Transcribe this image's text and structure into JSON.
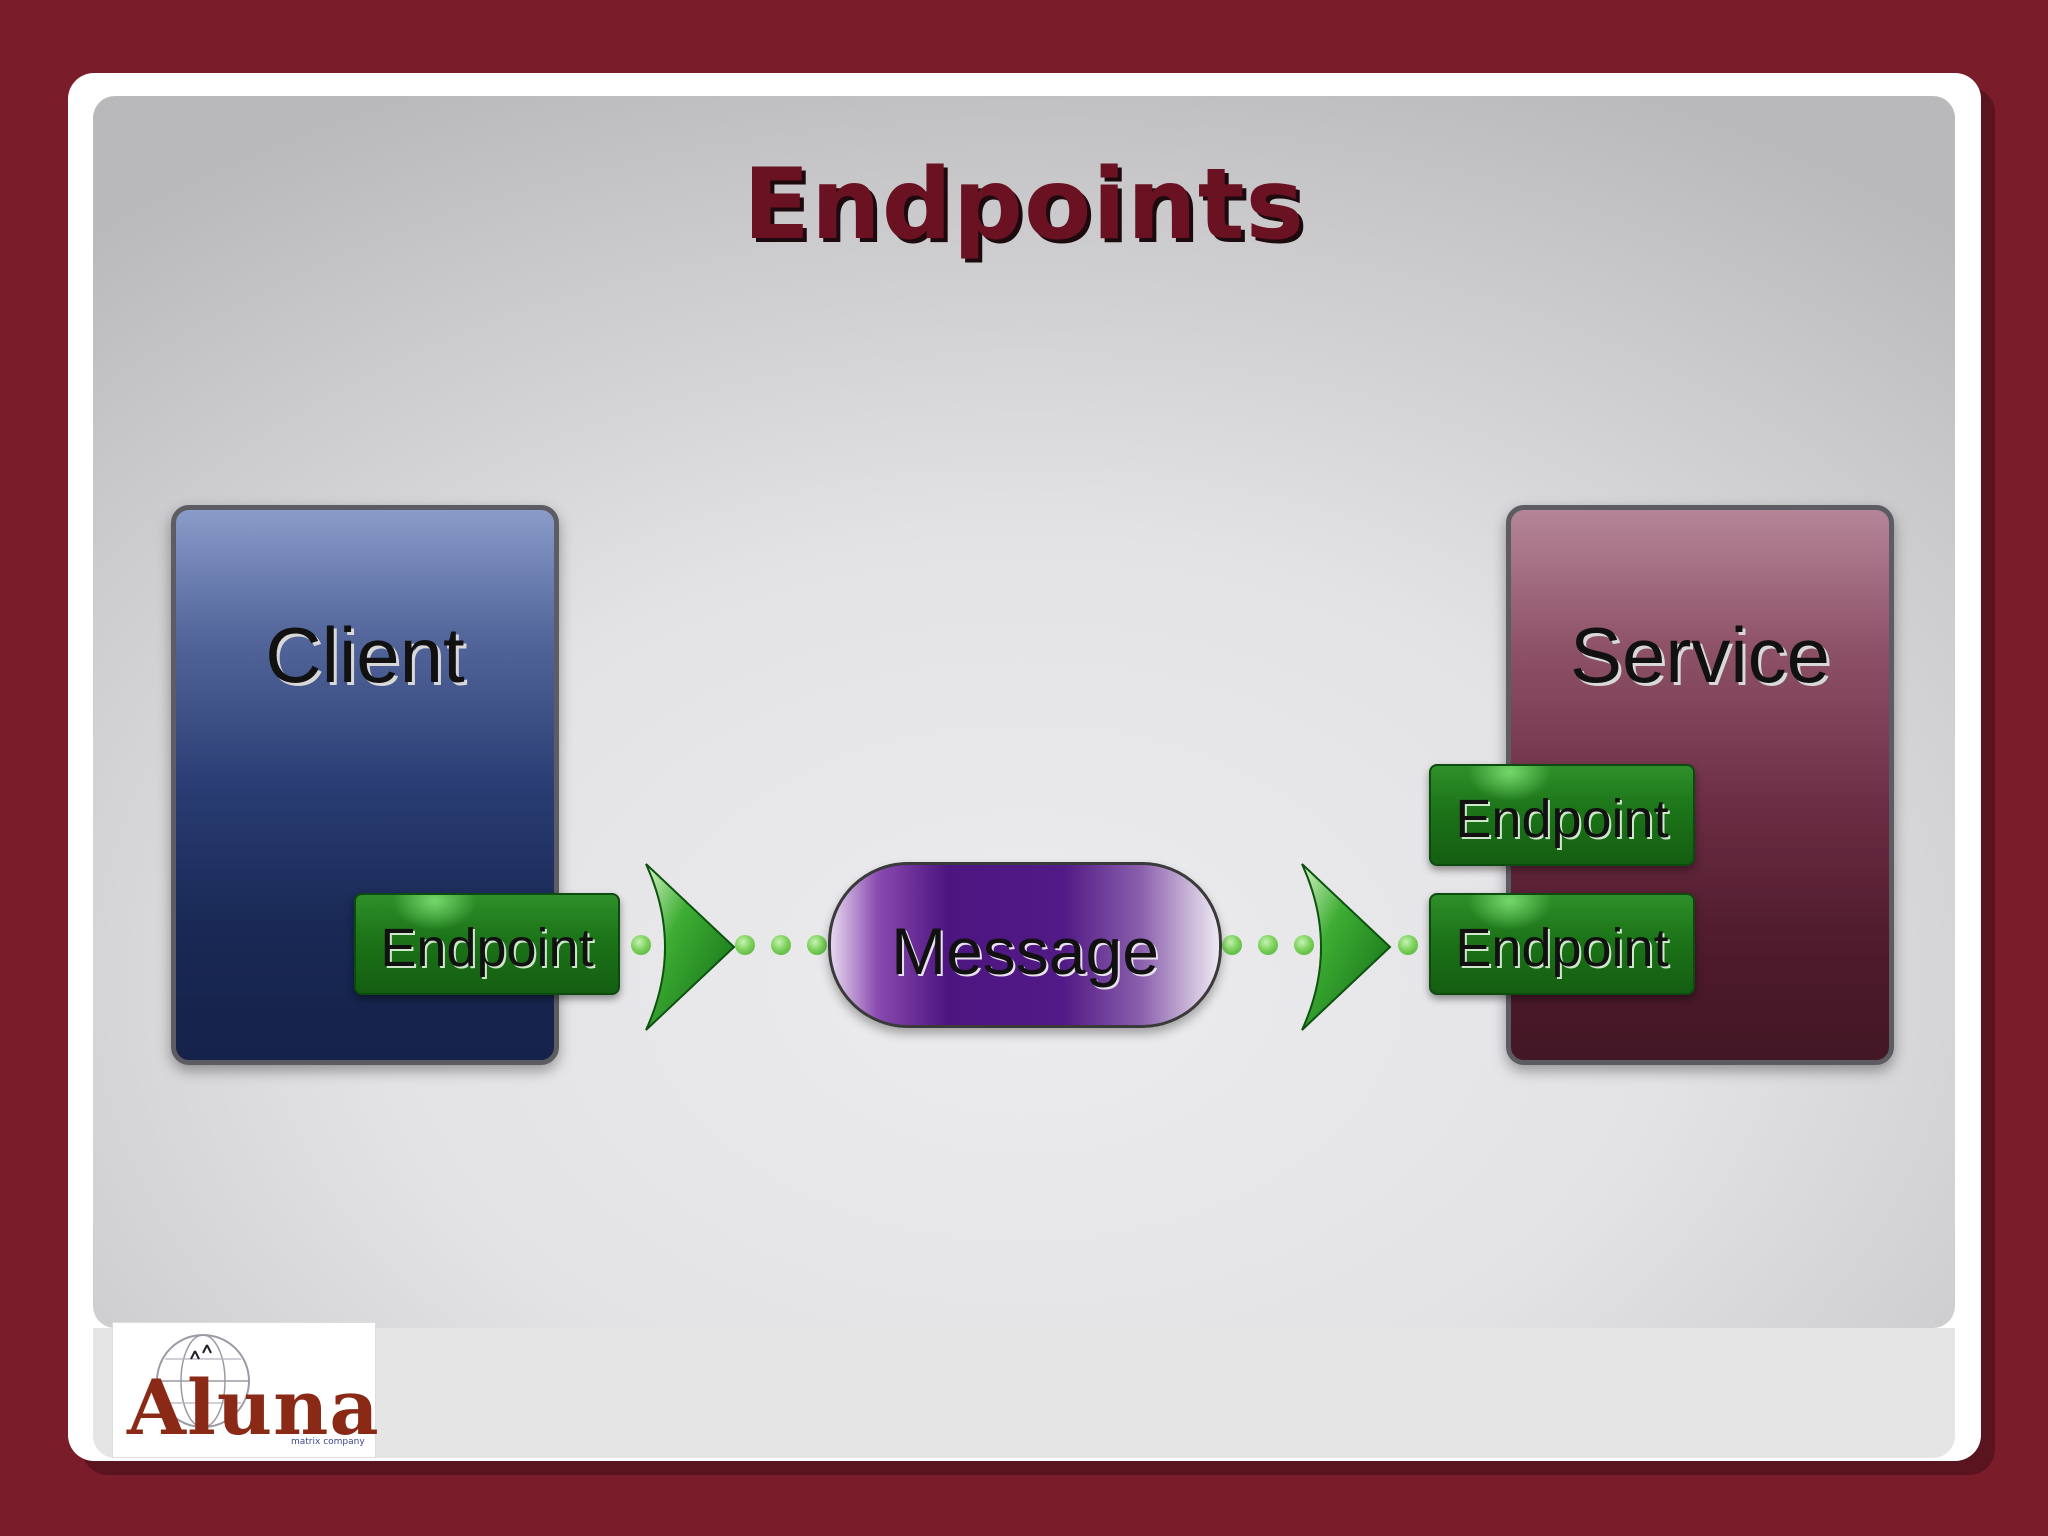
{
  "slide": {
    "title": "Endpoints"
  },
  "diagram": {
    "client": {
      "label": "Client",
      "endpoint_label": "Endpoint"
    },
    "message": {
      "label": "Message"
    },
    "service": {
      "label": "Service",
      "endpoints": [
        {
          "label": "Endpoint"
        },
        {
          "label": "Endpoint"
        }
      ]
    }
  },
  "logo": {
    "word": "Aluna",
    "subtext": "matrix company"
  },
  "colors": {
    "background": "#7a1c2a",
    "title": "#6a1222",
    "client": "#1f3168",
    "service": "#5a2236",
    "endpoint": "#1c7418",
    "message": "#4d1580"
  }
}
